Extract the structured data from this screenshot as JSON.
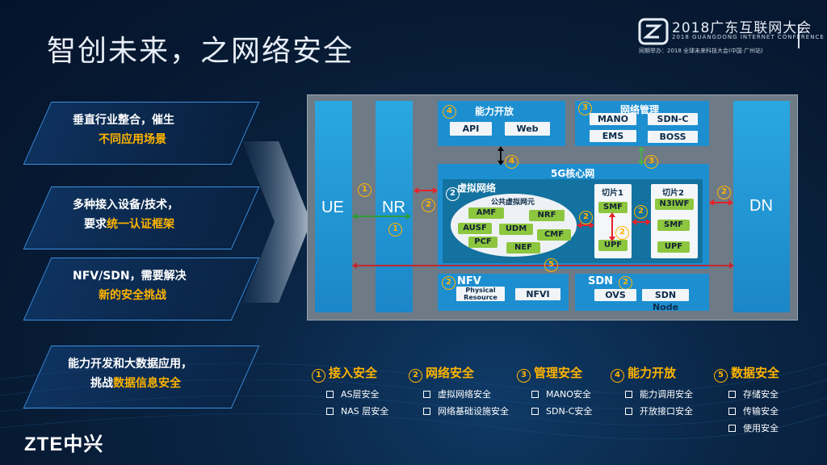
{
  "title": "智创未来，之网络安全",
  "conference": {
    "name": "2018广东互联网大会",
    "subtitle": "2018 GUANGDONG INTERNET CONFERENCE",
    "co_host": "同期举办：2018 全球未来科技大会(中国·广州站)"
  },
  "left_items": [
    {
      "line1": "垂直行业整合，催生",
      "line2_pre": "",
      "line2_hl": "不同应用场景"
    },
    {
      "line1": "多种接入设备/技术，",
      "line2_pre": "要求",
      "line2_hl": "统一认证框架"
    },
    {
      "line1": "NFV/SDN，需要解决",
      "line2_pre": "",
      "line2_hl": "新的安全挑战"
    },
    {
      "line1": "能力开发和大数据应用，",
      "line2_pre": "挑战",
      "line2_hl": "数据信息安全"
    }
  ],
  "diagram": {
    "ue": "UE",
    "nr": "NR",
    "dn": "DN",
    "capability": {
      "title": "能力开放",
      "num": "4",
      "items": [
        "API",
        "Web"
      ]
    },
    "mgmt": {
      "title": "网络管理",
      "num": "3",
      "items": [
        "MANO",
        "SDN-C",
        "EMS",
        "BOSS"
      ]
    },
    "core": {
      "title": "5G核心网"
    },
    "virtual": {
      "title": "虚拟网络",
      "num": "2",
      "public_title": "公共虚拟网元",
      "nfs": [
        "AMF",
        "NRF",
        "AUSF",
        "UDM",
        "CMF",
        "PCF",
        "NEF"
      ]
    },
    "slice1": {
      "title": "切片1",
      "items": [
        "SMF",
        "UPF"
      ],
      "num": "2"
    },
    "slice2": {
      "title": "切片2",
      "items": [
        "N3IWF",
        "SMF",
        "UPF"
      ]
    },
    "nfv": {
      "title": "NFV",
      "num": "2",
      "items": [
        "Physical Resource",
        "NFVI"
      ]
    },
    "sdn": {
      "title": "SDN",
      "num": "2",
      "items": [
        "OVS",
        "SDN Node"
      ]
    },
    "markers": {
      "m1": "1",
      "m2": "2",
      "m3": "3",
      "m4": "4",
      "m5": "5"
    }
  },
  "legend": [
    {
      "num": "1",
      "title": "接入安全",
      "items": [
        "AS层安全",
        "NAS 层安全"
      ]
    },
    {
      "num": "2",
      "title": "网络安全",
      "items": [
        "虚拟网络安全",
        "网络基础设施安全"
      ]
    },
    {
      "num": "3",
      "title": "管理安全",
      "items": [
        "MANO安全",
        "SDN-C安全"
      ]
    },
    {
      "num": "4",
      "title": "能力开放",
      "items": [
        "能力调用安全",
        "开放接口安全"
      ]
    },
    {
      "num": "5",
      "title": "数据安全",
      "items": [
        "存储安全",
        "传输安全",
        "使用安全"
      ]
    }
  ],
  "brand": {
    "zte": "ZTE中兴"
  },
  "colors": {
    "accent": "#ffb400",
    "blue": "#1d8fd1",
    "green": "#8dc63f",
    "frame": "#6e7a86"
  }
}
